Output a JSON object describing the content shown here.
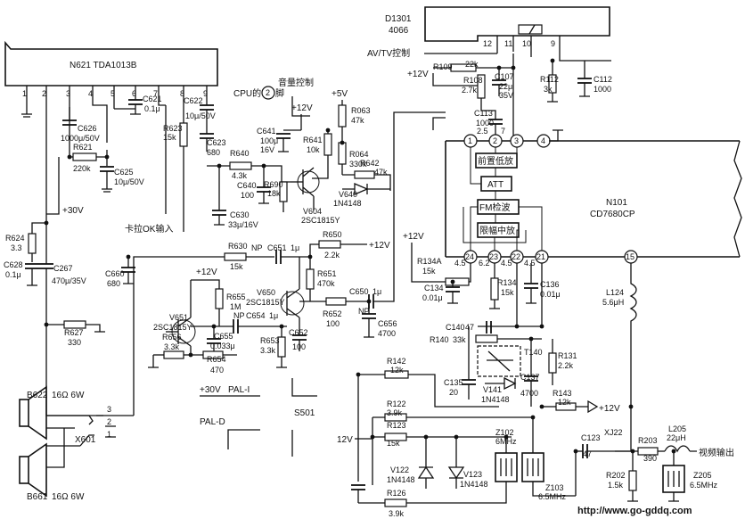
{
  "ics": {
    "n621": {
      "label": "N621 TDA1013B",
      "pins": [
        "1",
        "2",
        "3",
        "4",
        "5",
        "6",
        "7",
        "8",
        "9"
      ]
    },
    "d1301": {
      "ref": "D1301",
      "part": "4066",
      "pins": [
        "12",
        "11",
        "10",
        "9"
      ]
    },
    "n101": {
      "ref": "N101",
      "part": "CD7680CP",
      "pins": [
        "1",
        "2",
        "3",
        "4",
        "24",
        "23",
        "22",
        "21",
        "15"
      ],
      "pin_voltages": [
        "2.5",
        "7",
        "4.5",
        "6.2",
        "4.5",
        "4.5"
      ]
    },
    "blocks": [
      "前置低放",
      "ATT",
      "FM检波",
      "限幅中放"
    ]
  },
  "labels": {
    "avtv": "AV/TV控制",
    "cpu_pin": "CPU的",
    "cpu_pin_num": "2",
    "cpu_pin_suffix": "脚",
    "volume": "音量控制",
    "kala": "卡拉OK输入",
    "plus30v": "+30V",
    "plus30v_pal": "+30V",
    "pal_i": "PAL-I",
    "pal_d": "PAL-D",
    "switch": "S501",
    "v12_supply": "12V",
    "video_out": "视频输出",
    "website": "http://www.go-gddq.com",
    "plus12v_a": "+12V",
    "plus12v_b": "+12V",
    "plus12v_c": "+12V",
    "plus12v_d": "+12V",
    "plus12v_e": "+12V",
    "plus5v": "+5V",
    "xj22": "XJ22",
    "x601": "X601",
    "jack_pins": [
      "3",
      "2",
      "1"
    ],
    "np1": "NP",
    "np2": "NP",
    "np3": "NP"
  },
  "speakers": [
    {
      "ref": "B622",
      "spec": "16Ω 6W"
    },
    {
      "ref": "B661",
      "spec": "16Ω 6W"
    }
  ],
  "components": {
    "R109": [
      "R109",
      "22k"
    ],
    "R108": [
      "R108",
      "2.7k"
    ],
    "C107": [
      "C107",
      "22μ",
      "35V"
    ],
    "R112": [
      "R112",
      "3k"
    ],
    "C112": [
      "C112",
      "1000"
    ],
    "C113": [
      "C113",
      "1000"
    ],
    "C626": [
      "C626",
      "1000μ/50V"
    ],
    "C621": [
      "C621",
      "0.1μ"
    ],
    "C622": [
      "C622",
      "10μ/50V"
    ],
    "R623": [
      "R623",
      "15k"
    ],
    "C623": [
      "C623",
      "680"
    ],
    "R621": [
      "R621",
      "220k"
    ],
    "C625": [
      "C625",
      "10μ/50V"
    ],
    "C641": [
      "C641",
      "100μ",
      "16V"
    ],
    "R641": [
      "R641",
      "10k"
    ],
    "R063": [
      "R063",
      "47k"
    ],
    "R064": [
      "R064",
      "330k"
    ],
    "R642": [
      "R642",
      "47k"
    ],
    "R640": [
      "R640",
      "4.3k"
    ],
    "C640": [
      "C640",
      "100"
    ],
    "R690": [
      "R690",
      "18k"
    ],
    "V640": [
      "V640",
      "1N4148"
    ],
    "V604": [
      "V604",
      "2SC1815Y"
    ],
    "C630": [
      "C630",
      "33μ/16V"
    ],
    "R624": [
      "R624",
      "3.3"
    ],
    "C628": [
      "C628",
      "0.1μ"
    ],
    "C267": [
      "C267",
      "470μ/35V"
    ],
    "R627": [
      "R627",
      "330"
    ],
    "R630": [
      "R630",
      "15k"
    ],
    "C651": [
      "C651",
      "1μ"
    ],
    "R650": [
      "R650",
      "2.2k"
    ],
    "C660": [
      "C660",
      "680"
    ],
    "R655": [
      "R655",
      "1M"
    ],
    "R651": [
      "R651",
      "470k"
    ],
    "V650": [
      "V650",
      "2SC1815Y"
    ],
    "C650": [
      "C650",
      "1μ"
    ],
    "V651": [
      "V651",
      "2SC1815Y"
    ],
    "C654": [
      "C654",
      "1μ"
    ],
    "C655": [
      "C655",
      "0.033μ"
    ],
    "R652": [
      "R652",
      "100"
    ],
    "C656": [
      "C656",
      "4700"
    ],
    "R656": [
      "R656",
      "3.3k"
    ],
    "R654": [
      "R654",
      "470"
    ],
    "R653": [
      "R653",
      "3.3k"
    ],
    "C652": [
      "C652",
      "100"
    ],
    "R134A": [
      "R134A",
      "15k"
    ],
    "C134": [
      "C134",
      "0.01μ"
    ],
    "R134": [
      "R134",
      "15k"
    ],
    "C136": [
      "C136",
      "0.01μ"
    ],
    "L124": [
      "L124",
      "5.6μH"
    ],
    "C140": [
      "C140",
      "47"
    ],
    "R140": [
      "R140",
      "33k"
    ],
    "T140": [
      "T140",
      ""
    ],
    "R131": [
      "R131",
      "2.2k"
    ],
    "C135": [
      "C135",
      "20"
    ],
    "V141": [
      "V141",
      "1N4148"
    ],
    "C137": [
      "C137",
      "4700"
    ],
    "R143": [
      "R143",
      "12k"
    ],
    "R142": [
      "R142",
      "12k"
    ],
    "R122": [
      "R122",
      "3.9k"
    ],
    "R123": [
      "R123",
      "15k"
    ],
    "Z102": [
      "Z102",
      "6MHz"
    ],
    "V122": [
      "V122",
      "1N4148"
    ],
    "V123": [
      "V123",
      "1N4148"
    ],
    "Z103": [
      "Z103",
      "6.5MHz"
    ],
    "R126": [
      "R126",
      "3.9k"
    ],
    "C123": [
      "C123",
      "47"
    ],
    "R203": [
      "R203",
      "390"
    ],
    "L205": [
      "L205",
      "22μH"
    ],
    "R202": [
      "R202",
      "1.5k"
    ],
    "Z205": [
      "Z205",
      "6.5MHz"
    ]
  }
}
